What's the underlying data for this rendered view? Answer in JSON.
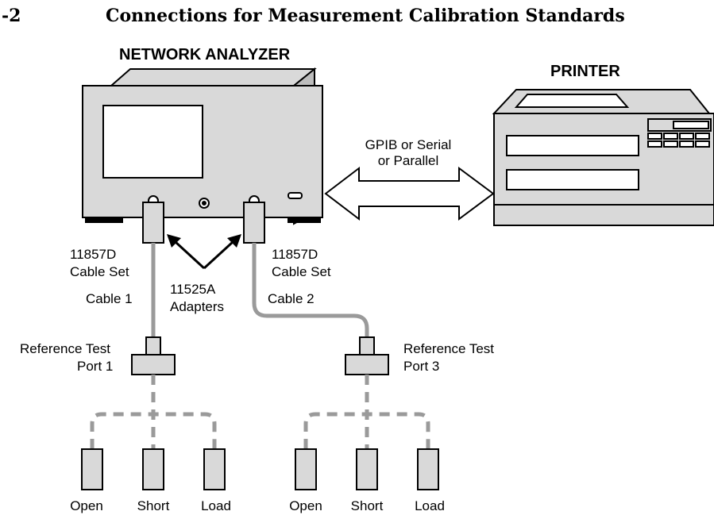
{
  "figure": {
    "number_fragment": "-2",
    "title": "Connections for Measurement Calibration Standards"
  },
  "network_analyzer": {
    "label": "NETWORK ANALYZER"
  },
  "printer": {
    "label": "PRINTER"
  },
  "interface": {
    "line1": "GPIB or Serial",
    "line2": "or Parallel"
  },
  "left_path": {
    "cable_model": "11857D",
    "cable_set": "Cable Set",
    "cable_name": "Cable 1",
    "reference_line1": "Reference Test",
    "reference_line2": "Port 1"
  },
  "adapters": {
    "model": "11525A",
    "label": "Adapters"
  },
  "right_path": {
    "cable_model": "11857D",
    "cable_set": "Cable Set",
    "cable_name": "Cable 2",
    "reference_line1": "Reference Test",
    "reference_line2": "Port 3"
  },
  "standards_left": [
    "Open",
    "Short",
    "Load"
  ],
  "standards_right": [
    "Open",
    "Short",
    "Load"
  ],
  "colors": {
    "line": "#000000",
    "fill_gray": "#d9d9d9",
    "cable_gray": "#9a9a9a",
    "background": "#ffffff"
  }
}
